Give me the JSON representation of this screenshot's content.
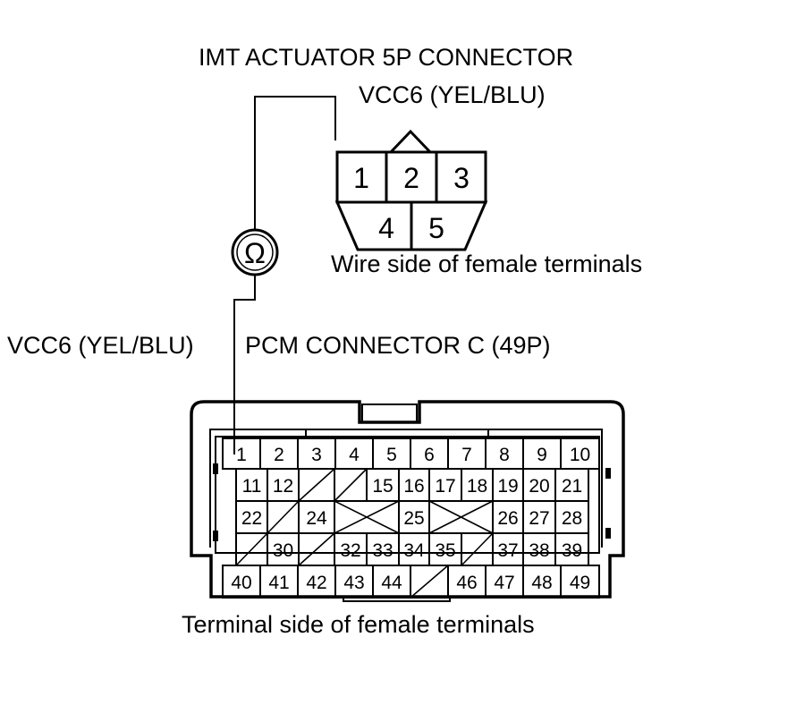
{
  "labels": {
    "imt_connector_title": "IMT ACTUATOR 5P CONNECTOR",
    "imt_wire_label": "VCC6 (YEL/BLU)",
    "imt_side_note": "Wire side of female terminals",
    "pcm_wire_label": "VCC6 (YEL/BLU)",
    "pcm_connector_title": "PCM CONNECTOR C (49P)",
    "pcm_side_note": "Terminal side of female terminals",
    "ohmmeter_symbol": "Ω"
  },
  "imt_connector": {
    "top_row": [
      "1",
      "2",
      "3"
    ],
    "bottom_row": [
      "4",
      "5"
    ]
  },
  "pcm_connector": {
    "rows": [
      [
        "1",
        "2",
        "3",
        "4",
        "5",
        "6",
        "7",
        "8",
        "9",
        "10"
      ],
      [
        "",
        "11",
        "12",
        "/",
        "/",
        "15",
        "16",
        "17",
        "18",
        "19",
        "20",
        "21",
        ""
      ],
      [
        "",
        "22",
        "/",
        "24",
        "X",
        "25",
        "X",
        "26",
        "27",
        "28",
        ""
      ],
      [
        "",
        "/",
        "30",
        "/",
        "32",
        "33",
        "34",
        "35",
        "/",
        "37",
        "38",
        "39",
        ""
      ],
      [
        "40",
        "41",
        "42",
        "43",
        "44",
        "/",
        "46",
        "47",
        "48",
        "49"
      ]
    ]
  },
  "colors": {
    "line": "#000000",
    "background": "#ffffff"
  }
}
